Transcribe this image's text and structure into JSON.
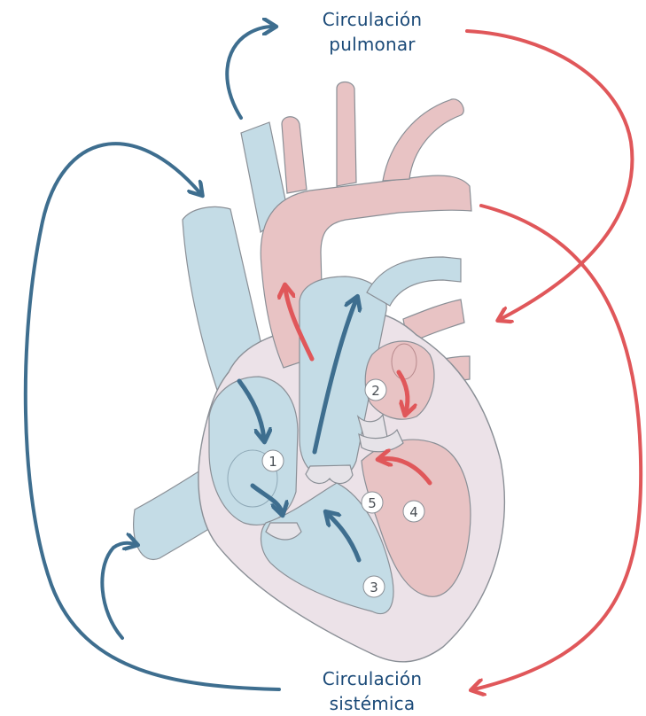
{
  "labels": {
    "pulmonary": [
      "Circulación",
      "pulmonar"
    ],
    "systemic": [
      "Circulación",
      "sistémica"
    ]
  },
  "markers": [
    "1",
    "2",
    "3",
    "4",
    "5"
  ],
  "colors": {
    "deoxygenated_fill": "#c4dce6",
    "oxygenated_fill": "#e8c3c4",
    "heart_wall": "#ece2e8",
    "outline": "#8a8f96",
    "blue_arrow": "#3e6e8f",
    "red_arrow": "#e0575a",
    "label_text": "#1b4a78"
  }
}
